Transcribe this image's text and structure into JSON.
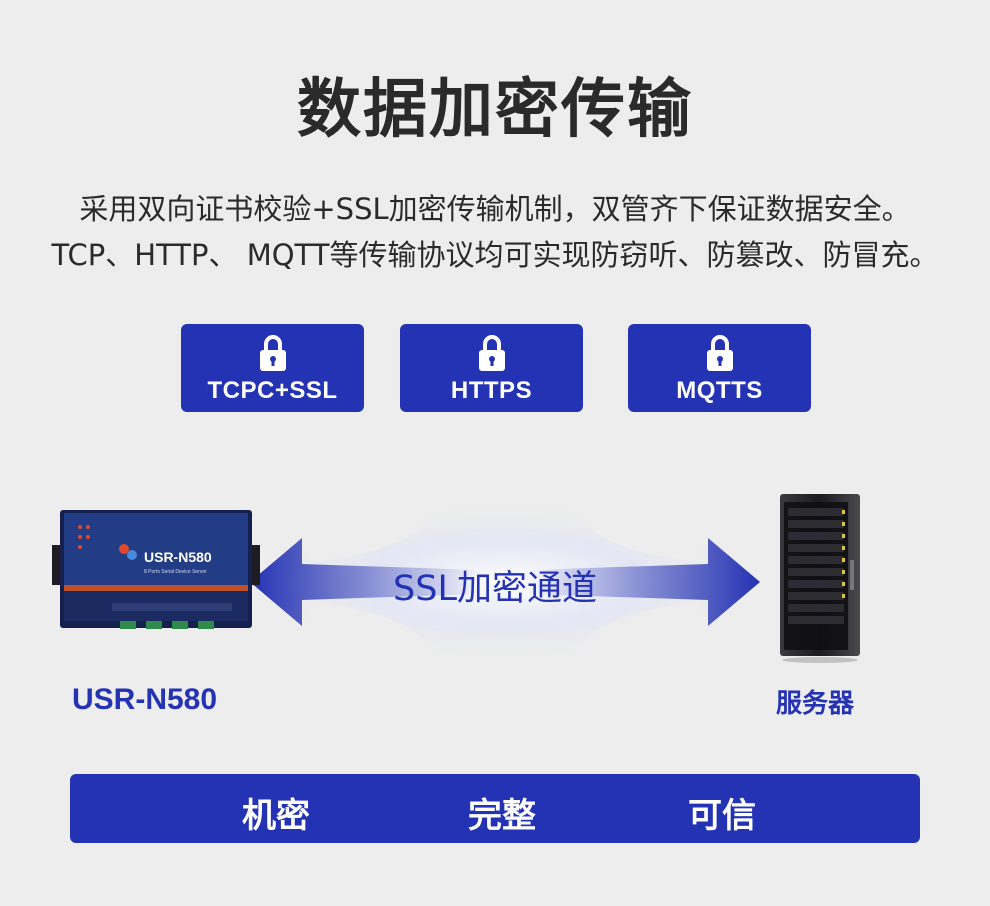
{
  "title": "数据加密传输",
  "description": {
    "line1": "采用双向证书校验+SSL加密传输机制，双管齐下保证数据安全。",
    "line2": "TCP、HTTP、 MQTT等传输协议均可实现防窃听、防篡改、防冒充。"
  },
  "protocols": [
    {
      "label": "TCPC+SSL",
      "icon": "lock-icon"
    },
    {
      "label": "HTTPS",
      "icon": "lock-icon"
    },
    {
      "label": "MQTTS",
      "icon": "lock-icon"
    }
  ],
  "tunnel": {
    "label": "SSL加密通道"
  },
  "device": {
    "name": "USR-N580",
    "panel_model": "USR-N580",
    "panel_subtitle": "8 Ports Serial Device Server"
  },
  "server": {
    "name": "服务器"
  },
  "features": [
    "机密",
    "完整",
    "可信"
  ],
  "colors": {
    "accent": "#2432b4",
    "background": "#ededed",
    "text": "#2a2a2a"
  }
}
